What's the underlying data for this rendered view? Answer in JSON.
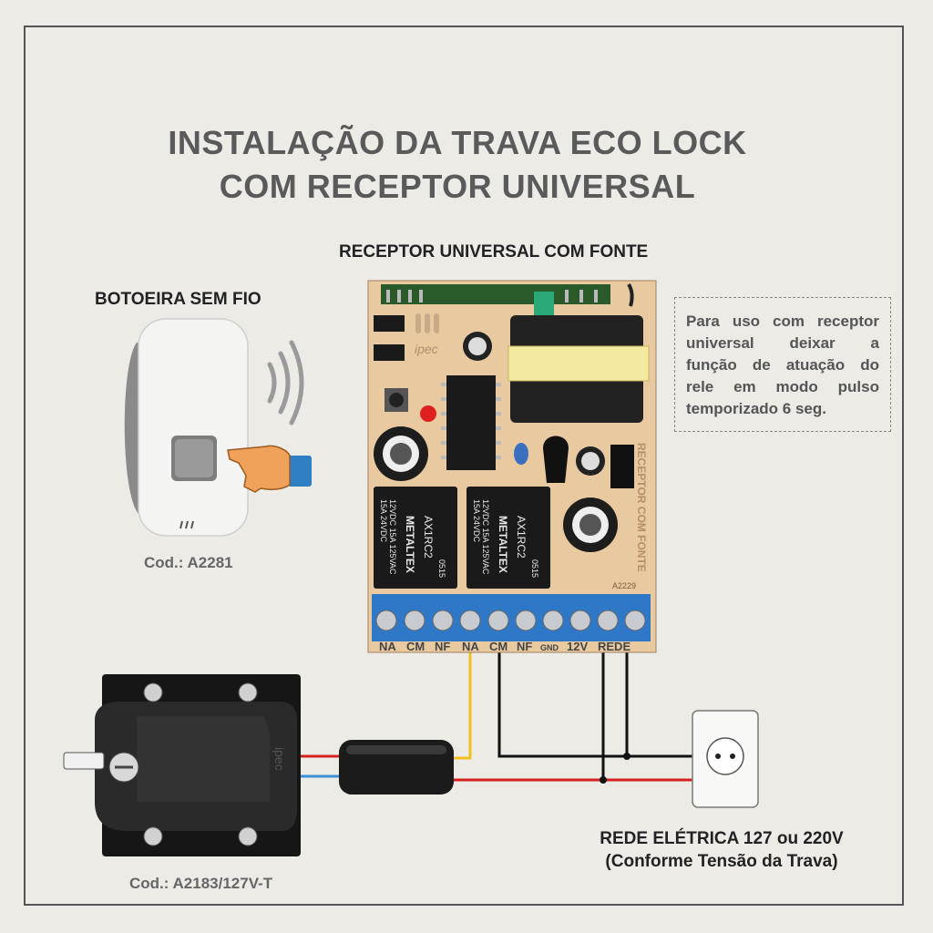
{
  "title": {
    "line1": "INSTALAÇÃO DA TRAVA ECO LOCK",
    "line2": "COM RECEPTOR UNIVERSAL"
  },
  "receiver": {
    "label": "RECEPTOR UNIVERSAL COM FONTE",
    "brand": "ipec",
    "board_text": "RECEPTOR COM FONTE",
    "model": "A2229",
    "relays": [
      {
        "brand": "METALTEX",
        "model": "AX1RC2",
        "spec1": "12VDC 15A 125VAC",
        "spec2": "15A 24VDC",
        "code": "0515"
      },
      {
        "brand": "METALTEX",
        "model": "AX1RC2",
        "spec1": "12VDC 15A 125VAC",
        "spec2": "15A 24VDC",
        "code": "0515"
      }
    ],
    "terminals": [
      "NA",
      "CM",
      "NF",
      "NA",
      "CM",
      "NF",
      "GND",
      "12V",
      "REDE"
    ]
  },
  "remote": {
    "label": "BOTOEIRA SEM FIO",
    "code": "Cod.: A2281"
  },
  "lock": {
    "brand": "ipec",
    "code": "Cod.: A2183/127V-T"
  },
  "note": {
    "lines": [
      "Para uso com receptor",
      "universal deixar a",
      "função de atuação do",
      "rele em modo pulso",
      "temporizado 6 seg."
    ]
  },
  "mains": {
    "line1": "REDE ELÉTRICA 127 ou 220V",
    "line2": "(Conforme Tensão da Trava)"
  },
  "colors": {
    "title": "#5a5a5a",
    "board": "#e8c9a0",
    "terminal_block": "#2f78c8",
    "wire_yellow": "#f0c020",
    "wire_red": "#d62020",
    "wire_black": "#111111",
    "wire_blue": "#3a8fd8"
  }
}
